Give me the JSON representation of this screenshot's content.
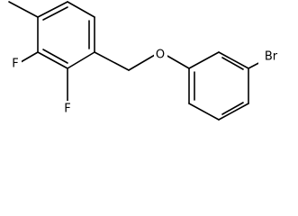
{
  "molecule": {
    "atoms": {
      "fluorine_top": "F",
      "fluorine_bottom": "F",
      "oxygen": "O",
      "bromine": "Br"
    },
    "colors": {
      "bond": "#000000",
      "text": "#000000",
      "background": "#ffffff"
    }
  }
}
